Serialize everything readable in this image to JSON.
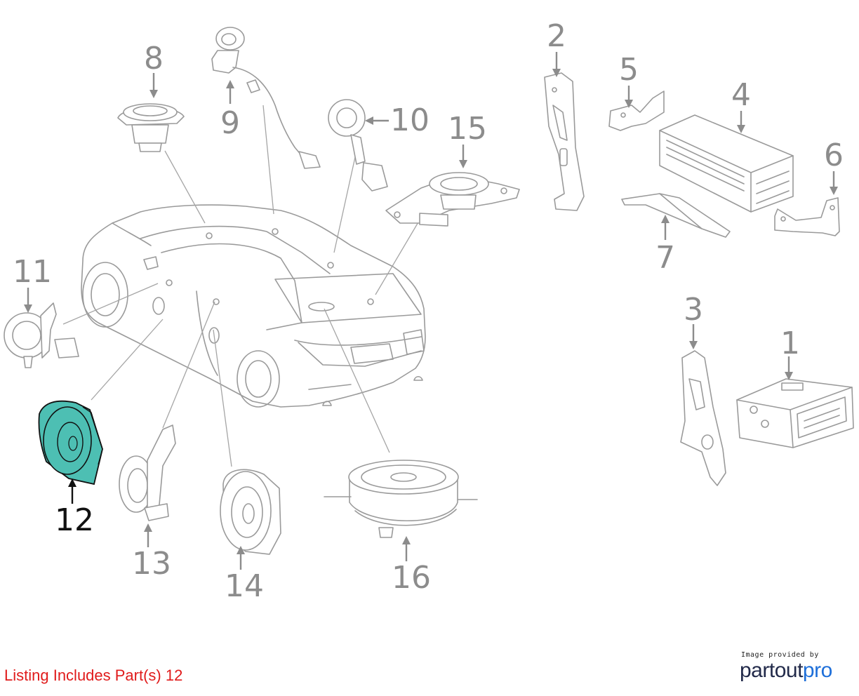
{
  "diagram": {
    "callouts": [
      {
        "id": "1",
        "label": "1"
      },
      {
        "id": "2",
        "label": "2"
      },
      {
        "id": "3",
        "label": "3"
      },
      {
        "id": "4",
        "label": "4"
      },
      {
        "id": "5",
        "label": "5"
      },
      {
        "id": "6",
        "label": "6"
      },
      {
        "id": "7",
        "label": "7"
      },
      {
        "id": "8",
        "label": "8"
      },
      {
        "id": "9",
        "label": "9"
      },
      {
        "id": "10",
        "label": "10"
      },
      {
        "id": "11",
        "label": "11"
      },
      {
        "id": "12",
        "label": "12"
      },
      {
        "id": "13",
        "label": "13"
      },
      {
        "id": "14",
        "label": "14"
      },
      {
        "id": "15",
        "label": "15"
      },
      {
        "id": "16",
        "label": "16"
      }
    ],
    "selected_part": "12",
    "highlight_color": "#4dbfb3"
  },
  "footer": {
    "listing_note": "Listing Includes Part(s)  12",
    "note_color": "#e01b1b"
  },
  "branding": {
    "caption": "Image provided by",
    "logo_main": "partout",
    "logo_accent": "pro"
  }
}
